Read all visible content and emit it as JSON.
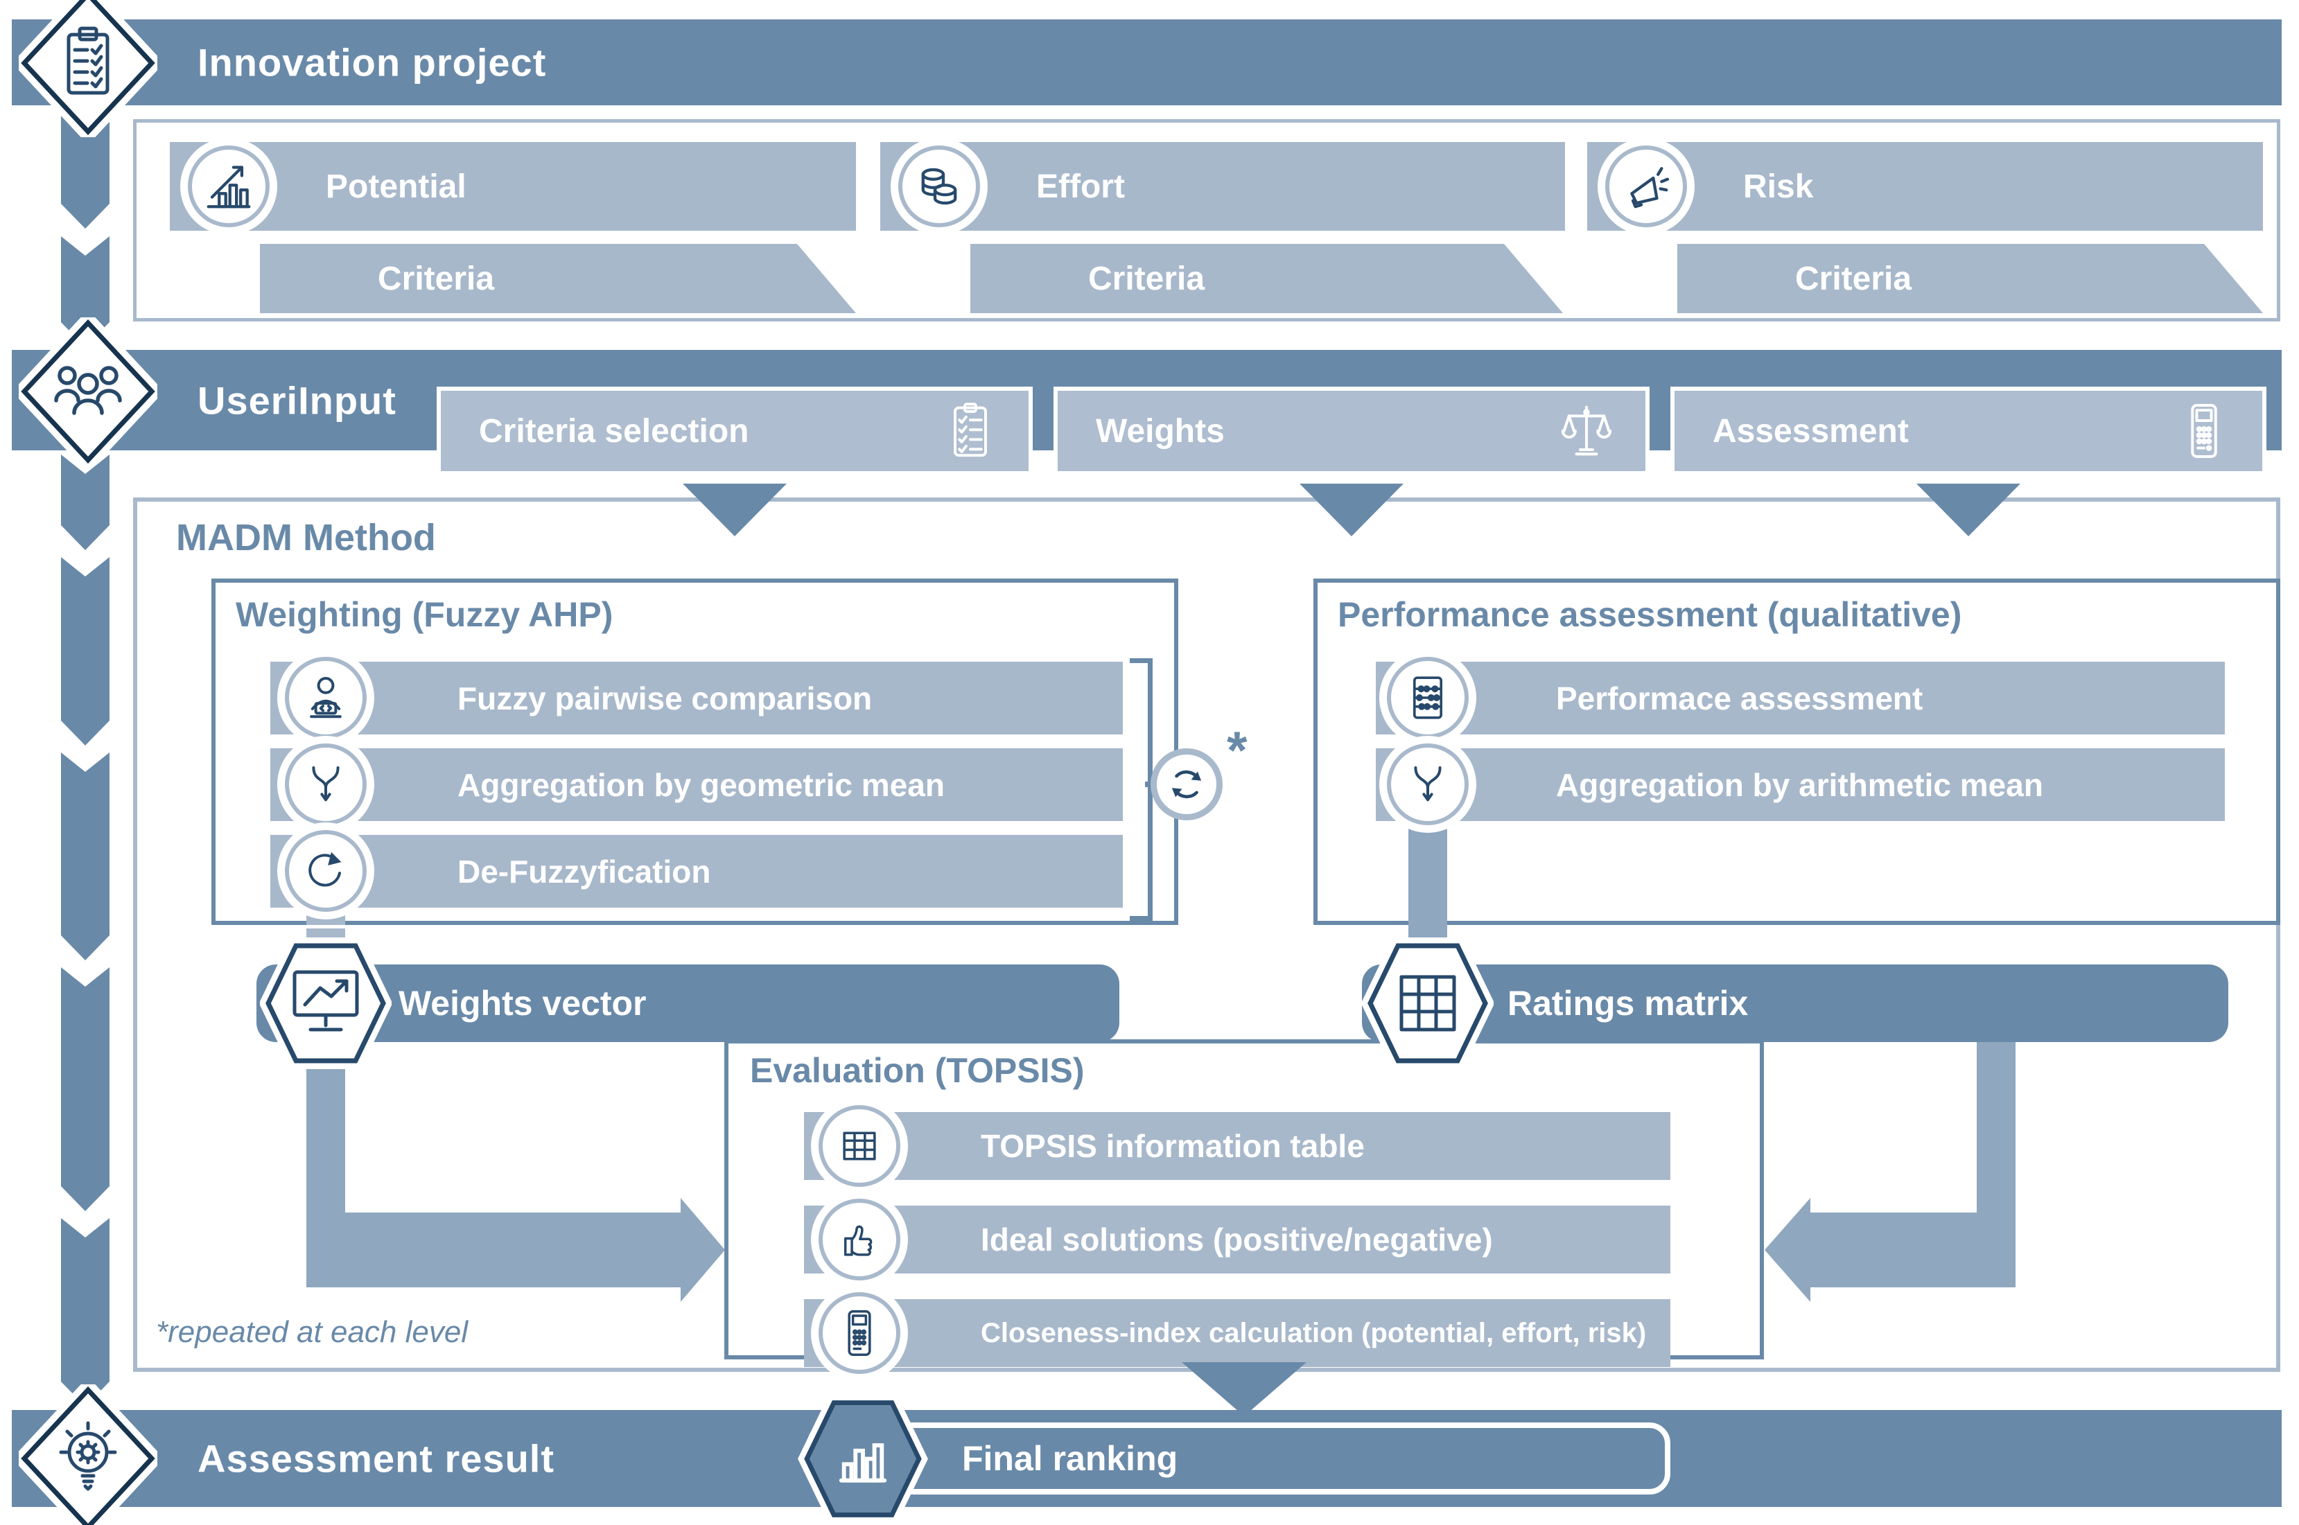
{
  "colors": {
    "steel": "#6989a8",
    "light_bar": "#a8b8cb",
    "box_fill": "#aebdcf",
    "navy_icon": "#27496b",
    "outline": "#a9b9cc",
    "connector": "#8fa7bf"
  },
  "bands": {
    "innovation": {
      "label": "Innovation project",
      "icon": "clipboard-check-icon"
    },
    "user_input": {
      "label": "UseriInput",
      "icon": "people-group-icon"
    },
    "assessment_result": {
      "label": "Assessment result",
      "icon": "bulb-gear-icon"
    }
  },
  "criteria_groups": [
    {
      "label": "Potential",
      "icon": "bar-chart-growth-icon",
      "criteria_label": "Criteria"
    },
    {
      "label": "Effort",
      "icon": "coins-icon",
      "criteria_label": "Criteria"
    },
    {
      "label": "Risk",
      "icon": "megaphone-icon",
      "criteria_label": "Criteria"
    }
  ],
  "user_input_boxes": [
    {
      "label": "Criteria selection",
      "icon": "checklist-icon"
    },
    {
      "label": "Weights",
      "icon": "balance-scale-icon"
    },
    {
      "label": "Assessment",
      "icon": "calculator-icon"
    }
  ],
  "madm": {
    "title": "MADM Method",
    "weighting": {
      "title": "Weighting (Fuzzy AHP)",
      "steps": [
        {
          "label": "Fuzzy pairwise comparison",
          "icon": "person-laptop-icon"
        },
        {
          "label": "Aggregation by geometric mean",
          "icon": "merge-icon"
        },
        {
          "label": "De-Fuzzyfication",
          "icon": "rotate-icon"
        }
      ],
      "loop_marker": "*"
    },
    "performance": {
      "title": "Performance assessment (qualitative)",
      "steps": [
        {
          "label": "Performace assessment",
          "icon": "abacus-icon"
        },
        {
          "label": "Aggregation by arithmetic mean",
          "icon": "merge-icon"
        }
      ]
    },
    "weights_vector_label": "Weights vector",
    "ratings_matrix_label": "Ratings matrix",
    "evaluation": {
      "title": "Evaluation (TOPSIS)",
      "steps": [
        {
          "label": "TOPSIS information table",
          "icon": "table-icon"
        },
        {
          "label": "Ideal solutions (positive/negative)",
          "icon": "thumbs-up-icon"
        },
        {
          "label": "Closeness-index calculation (potential, effort, risk)",
          "icon": "calculator-icon"
        }
      ]
    },
    "footnote": "*repeated at each level"
  },
  "final_ranking_label": "Final ranking"
}
